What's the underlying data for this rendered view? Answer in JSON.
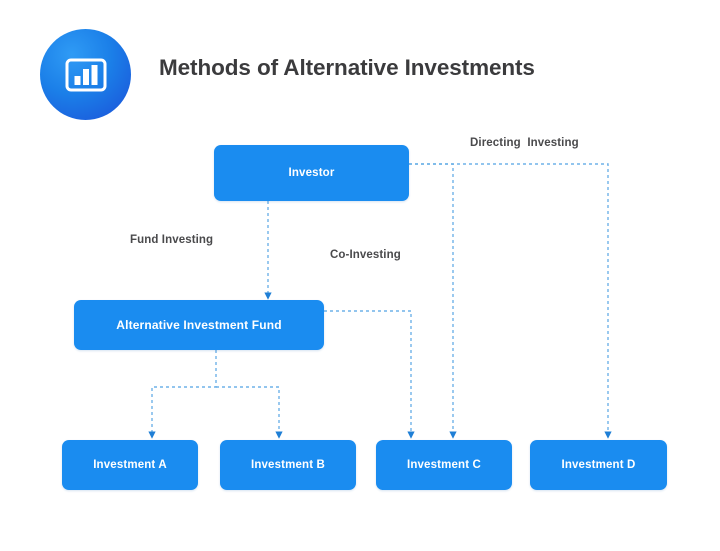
{
  "header": {
    "title": "Methods of Alternative Investments",
    "logo_icon": "bar-chart-icon",
    "logo_color": "#1b7fe8",
    "title_color": "#3b3b3d"
  },
  "diagram": {
    "type": "flowchart",
    "node_color": "#1a8cf0",
    "node_text_color": "#ffffff",
    "connector_color": "#5aa9e8",
    "connector_style": "dashed",
    "nodes": [
      {
        "id": "investor",
        "label": "Investor",
        "level": 1
      },
      {
        "id": "aif",
        "label": "Alternative Investment Fund",
        "level": 2
      },
      {
        "id": "inv_a",
        "label": "Investment A",
        "level": 3
      },
      {
        "id": "inv_b",
        "label": "Investment B",
        "level": 3
      },
      {
        "id": "inv_c",
        "label": "Investment C",
        "level": 3
      },
      {
        "id": "inv_d",
        "label": "Investment D",
        "level": 3
      }
    ],
    "edge_labels": {
      "fund_investing": "Fund Investing",
      "co_investing": "Co-Investing",
      "directing_investing": "Directing  Investing"
    },
    "edges": [
      {
        "from": "investor",
        "to": "aif",
        "label": "Fund Investing"
      },
      {
        "from": "aif",
        "to": "inv_a",
        "label": ""
      },
      {
        "from": "aif",
        "to": "inv_b",
        "label": ""
      },
      {
        "from": "aif",
        "to": "inv_c",
        "label": "Co-Investing"
      },
      {
        "from": "investor",
        "to": "inv_c",
        "label": ""
      },
      {
        "from": "investor",
        "to": "inv_d",
        "label": "Directing  Investing"
      }
    ]
  }
}
